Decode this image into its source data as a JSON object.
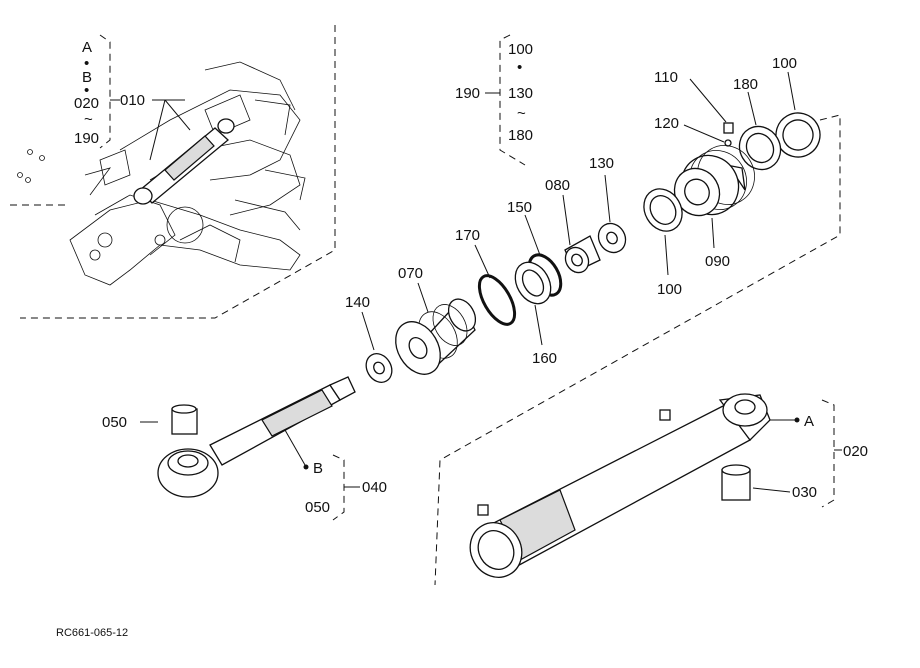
{
  "diagram": {
    "callouts": {
      "p010": "010",
      "p020": "020",
      "p030": "030",
      "p040": "040",
      "p050a": "050",
      "p050b": "050",
      "p070": "070",
      "p080": "080",
      "p090": "090",
      "p100a": "100",
      "p100b": "100",
      "p110": "110",
      "p120": "120",
      "p130": "130",
      "p140": "140",
      "p150": "150",
      "p160": "160",
      "p170": "170",
      "p180": "180",
      "p190": "190"
    },
    "legend_top_left": {
      "a": "A",
      "b": "B",
      "from": "020",
      "tilde": "~",
      "to": "190"
    },
    "legend_seal_kit": {
      "group": "190",
      "first": "100",
      "mid": "130",
      "tilde": "~",
      "last": "180"
    },
    "legend_rod": {
      "b": "B",
      "first": "050",
      "group": "040"
    },
    "legend_cyl": {
      "a": "A",
      "group": "020"
    },
    "bullet": "•",
    "ref_code": "RC661-065-12"
  }
}
